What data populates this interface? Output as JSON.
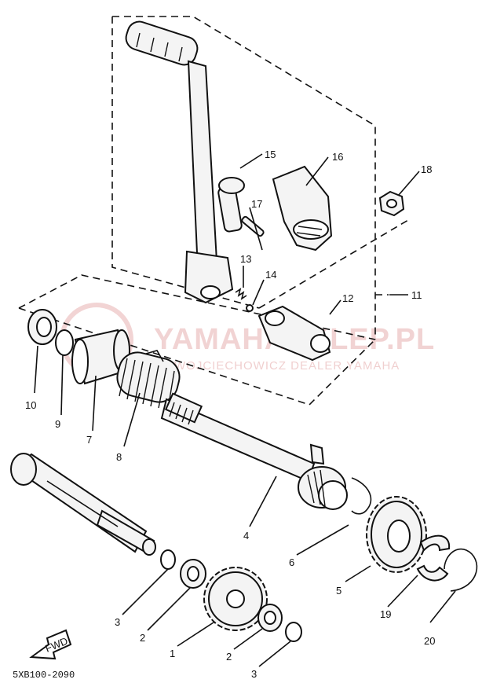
{
  "diagram_code": "5XB100-2090",
  "fwd_label": "FWD",
  "watermark": {
    "title": "YAMAHASKLEP.PL",
    "subtitle": "WOJCIECHOWICZ DEALER YAMAHA"
  },
  "callouts": [
    "1",
    "2",
    "2",
    "3",
    "3",
    "4",
    "5",
    "6",
    "7",
    "8",
    "9",
    "10",
    "11",
    "12",
    "13",
    "14",
    "15",
    "16",
    "17",
    "18",
    "19",
    "20"
  ],
  "colors": {
    "line": "#111111",
    "watermark": "#e7b0b0"
  }
}
